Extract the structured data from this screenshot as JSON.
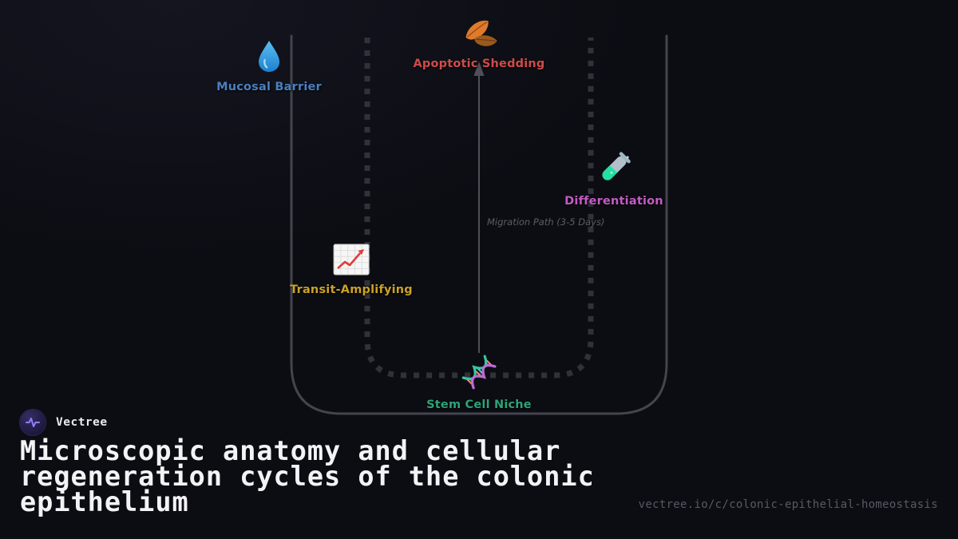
{
  "colors": {
    "background": "#0c0d13",
    "crypt_outline": "#43444c",
    "inner_dashed": "#303139",
    "migration_line": "#4e4f58"
  },
  "diagram": {
    "migration_label": "Migration Path (3-5 Days)",
    "nodes": [
      {
        "id": "mucosal-barrier",
        "label": "Mucosal Barrier",
        "color": "#4a7fc0",
        "icon": "droplet-icon"
      },
      {
        "id": "apoptotic-shedding",
        "label": "Apoptotic Shedding",
        "color": "#cf4b4b",
        "icon": "fallen-leaves-icon"
      },
      {
        "id": "differentiation",
        "label": "Differentiation",
        "color": "#c55bc5",
        "icon": "test-tube-icon"
      },
      {
        "id": "transit-amplifying",
        "label": "Transit-Amplifying",
        "color": "#c9a227",
        "icon": "chart-increasing-icon"
      },
      {
        "id": "stem-cell-niche",
        "label": "Stem Cell Niche",
        "color": "#2da377",
        "icon": "dna-icon"
      }
    ]
  },
  "branding": {
    "name": "Vectree",
    "title": "Microscopic anatomy and cellular regeneration cycles of the colonic epithelium",
    "url": "vectree.io/c/colonic-epithelial-homeostasis"
  }
}
